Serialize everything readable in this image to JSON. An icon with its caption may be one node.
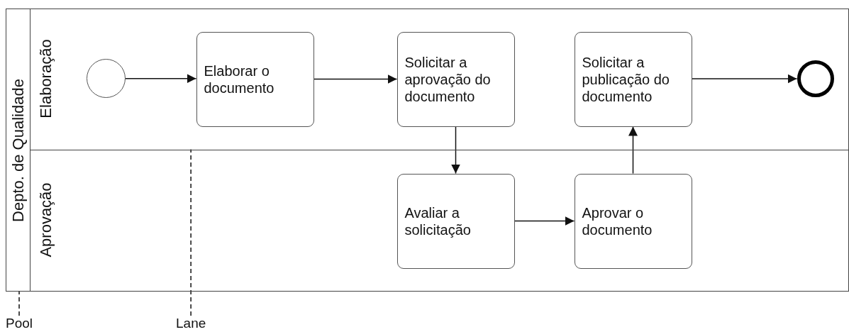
{
  "diagram": {
    "nodes": [
      {
        "text": [
          "Depto. de Qualidade"
        ]
      },
      {
        "text": [
          "Elaboração"
        ],
        "in": 0
      },
      {
        "text": [
          "Aprovação"
        ],
        "in": 0
      },
      {
        "text": [],
        "shape": "circle",
        "in": 1
      },
      {
        "text": [
          "Elaborar o documento"
        ],
        "in": 1
      },
      {
        "text": [
          "Solicitar a aprovação do documento"
        ],
        "in": 1
      },
      {
        "text": [
          "Solicitar a publicação do documento"
        ],
        "in": 1
      },
      {
        "text": [],
        "shape": "circle",
        "in": 1
      },
      {
        "text": [
          "Avaliar a solicitação"
        ],
        "in": 2
      },
      {
        "text": [
          "Aprovar o documento"
        ],
        "in": 2
      },
      {
        "text": [
          "Pool"
        ]
      },
      {
        "text": [
          "Lane"
        ]
      }
    ],
    "edges": [
      {
        "from": 3,
        "to": 4,
        "arrow": "to"
      },
      {
        "from": 4,
        "to": 5,
        "arrow": "to"
      },
      {
        "from": 5,
        "to": 8,
        "arrow": "to"
      },
      {
        "from": 8,
        "to": 9,
        "arrow": "to"
      },
      {
        "from": 9,
        "to": 6,
        "arrow": "to"
      },
      {
        "from": 6,
        "to": 7,
        "arrow": "to"
      },
      {
        "from": 10,
        "to": 0,
        "arrow": "none",
        "style": "dashed"
      },
      {
        "from": 11,
        "to": 2,
        "arrow": "none",
        "style": "dashed"
      }
    ]
  }
}
